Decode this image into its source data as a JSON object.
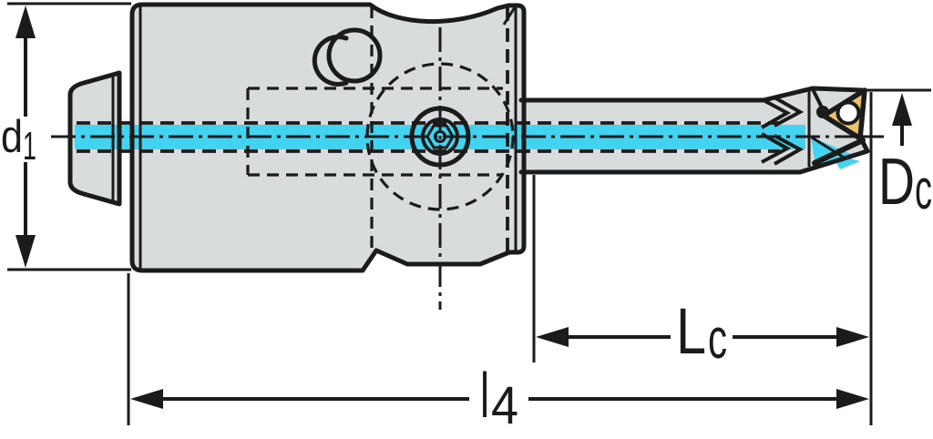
{
  "drawing": {
    "type": "technical-dimension-drawing",
    "subject": "boring-bar-with-triangular-insert-side-view",
    "labels": {
      "d1": {
        "main": "d",
        "sub": "1"
      },
      "Dc": {
        "main": "D",
        "sub": "c"
      },
      "Lc": {
        "main": "L",
        "sub": "c"
      },
      "l4": {
        "main": "l",
        "sub": "4"
      }
    },
    "colors": {
      "outline": "#1b1b1b",
      "body_fill": "#d8dcdc",
      "coolant": "#41d3f0",
      "insert_fill": "#eac36d",
      "background": "#ffffff"
    }
  }
}
